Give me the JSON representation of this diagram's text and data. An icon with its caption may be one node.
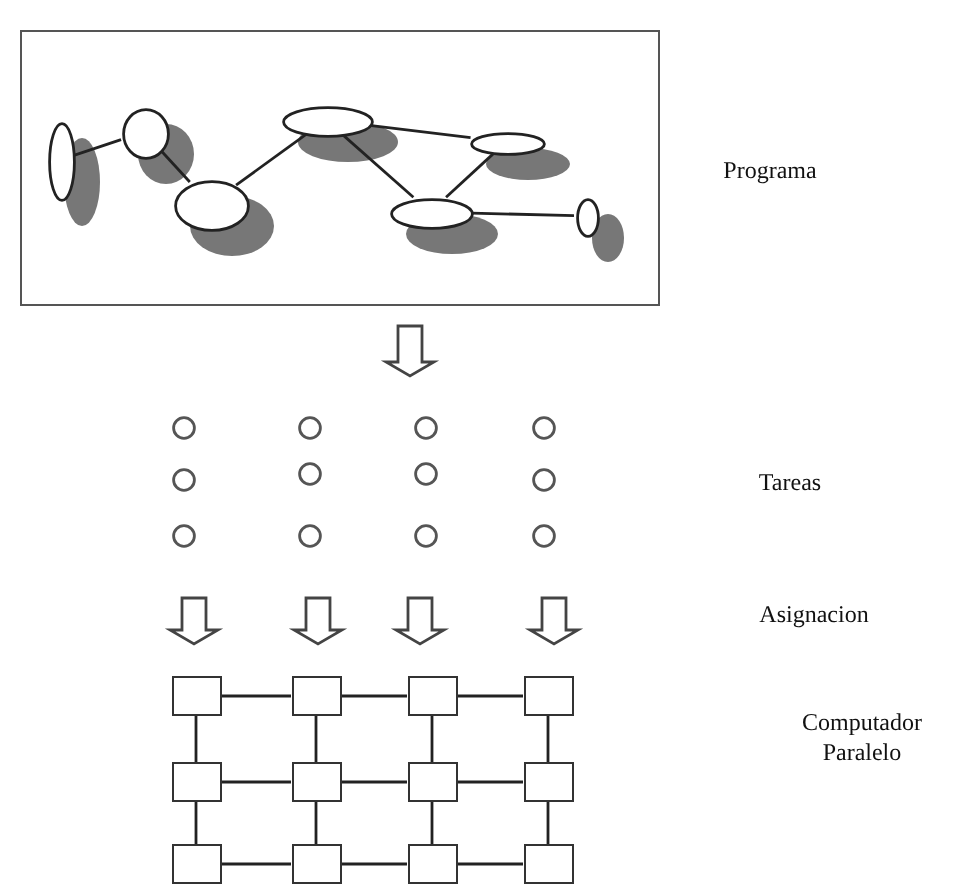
{
  "diagram": {
    "nodes": [
      {
        "text": [],
        "shape": "box"
      },
      {
        "text": [],
        "shape": "ellipse",
        "in": 0
      },
      {
        "text": [],
        "shape": "circle",
        "in": 0
      },
      {
        "text": [],
        "shape": "ellipse",
        "in": 0
      },
      {
        "text": [],
        "shape": "ellipse",
        "in": 0
      },
      {
        "text": [],
        "shape": "ellipse",
        "in": 0
      },
      {
        "text": [],
        "shape": "ellipse",
        "in": 0
      },
      {
        "text": [],
        "shape": "ellipse",
        "in": 0
      },
      {
        "text": [],
        "shape": "circle"
      },
      {
        "text": [],
        "shape": "circle"
      },
      {
        "text": [],
        "shape": "circle"
      },
      {
        "text": [],
        "shape": "circle"
      },
      {
        "text": [],
        "shape": "circle"
      },
      {
        "text": [],
        "shape": "circle"
      },
      {
        "text": [],
        "shape": "circle"
      },
      {
        "text": [],
        "shape": "circle"
      },
      {
        "text": [],
        "shape": "circle"
      },
      {
        "text": [],
        "shape": "circle"
      },
      {
        "text": [],
        "shape": "circle"
      },
      {
        "text": [],
        "shape": "circle"
      },
      {
        "text": [],
        "shape": "box"
      },
      {
        "text": [],
        "shape": "box"
      },
      {
        "text": [],
        "shape": "box"
      },
      {
        "text": [],
        "shape": "box"
      },
      {
        "text": [],
        "shape": "box"
      },
      {
        "text": [],
        "shape": "box"
      },
      {
        "text": [],
        "shape": "box"
      },
      {
        "text": [],
        "shape": "box"
      },
      {
        "text": [],
        "shape": "box"
      },
      {
        "text": [],
        "shape": "box"
      },
      {
        "text": [],
        "shape": "box"
      },
      {
        "text": [],
        "shape": "box"
      }
    ],
    "edges": [
      {
        "from": 0,
        "to": null,
        "arrow": "to"
      },
      {
        "from": 1,
        "to": 2,
        "arrow": "none"
      },
      {
        "from": 2,
        "to": 3,
        "arrow": "none"
      },
      {
        "from": 3,
        "to": 4,
        "arrow": "none"
      },
      {
        "from": 4,
        "to": 5,
        "arrow": "none"
      },
      {
        "from": 4,
        "to": 6,
        "arrow": "none"
      },
      {
        "from": 6,
        "to": 5,
        "arrow": "none"
      },
      {
        "from": 6,
        "to": 7,
        "arrow": "none"
      },
      {
        "from": 16,
        "to": 20,
        "arrow": "to"
      },
      {
        "from": 17,
        "to": 21,
        "arrow": "to"
      },
      {
        "from": 18,
        "to": 22,
        "arrow": "to"
      },
      {
        "from": 19,
        "to": 23,
        "arrow": "to"
      },
      {
        "from": 20,
        "to": 21,
        "arrow": "none"
      },
      {
        "from": 21,
        "to": 22,
        "arrow": "none"
      },
      {
        "from": 22,
        "to": 23,
        "arrow": "none"
      },
      {
        "from": 24,
        "to": 25,
        "arrow": "none"
      },
      {
        "from": 25,
        "to": 26,
        "arrow": "none"
      },
      {
        "from": 26,
        "to": 27,
        "arrow": "none"
      },
      {
        "from": 28,
        "to": 29,
        "arrow": "none"
      },
      {
        "from": 29,
        "to": 30,
        "arrow": "none"
      },
      {
        "from": 30,
        "to": 31,
        "arrow": "none"
      },
      {
        "from": 20,
        "to": 24,
        "arrow": "none"
      },
      {
        "from": 21,
        "to": 25,
        "arrow": "none"
      },
      {
        "from": 22,
        "to": 26,
        "arrow": "none"
      },
      {
        "from": 23,
        "to": 27,
        "arrow": "none"
      },
      {
        "from": 24,
        "to": 28,
        "arrow": "none"
      },
      {
        "from": 25,
        "to": 29,
        "arrow": "none"
      },
      {
        "from": 26,
        "to": 30,
        "arrow": "none"
      },
      {
        "from": 27,
        "to": 31,
        "arrow": "none"
      }
    ],
    "labels": [
      "Programa",
      "Tareas",
      "Asignacion",
      "Computador Paralelo"
    ]
  }
}
